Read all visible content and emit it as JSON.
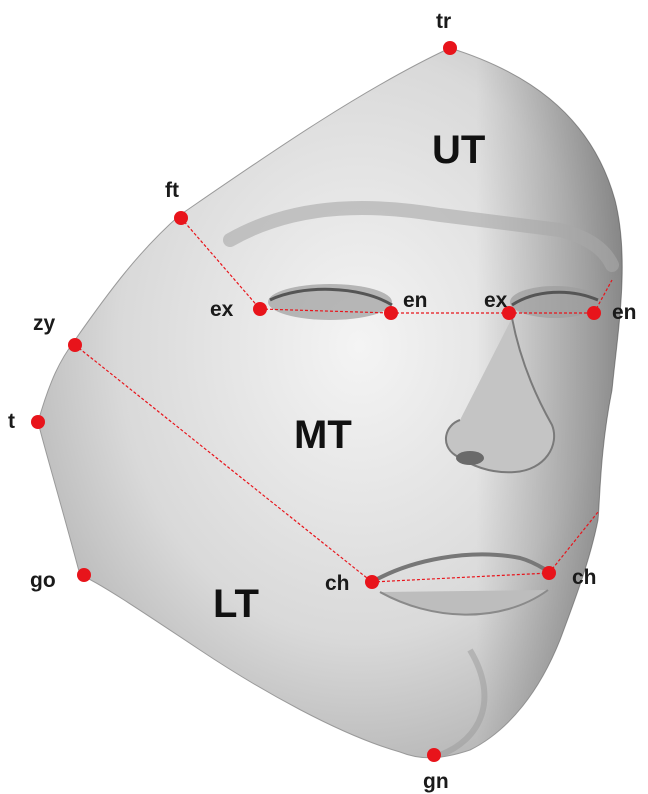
{
  "colors": {
    "landmark": "#e8141b",
    "guide_line": "#e8141b",
    "text": "#111111",
    "face_light": "#f2f2f2",
    "face_mid": "#bdbdbd",
    "face_dark": "#6d6d6d"
  },
  "regions": {
    "upper": "UT",
    "middle": "MT",
    "lower": "LT"
  },
  "landmarks": {
    "tr": "tr",
    "ft": "ft",
    "zy": "zy",
    "t": "t",
    "go": "go",
    "ex_right": "ex",
    "en_right": "en",
    "ex_left": "ex",
    "en_left": "en",
    "ch_right": "ch",
    "ch_left": "ch",
    "gn": "gn"
  }
}
